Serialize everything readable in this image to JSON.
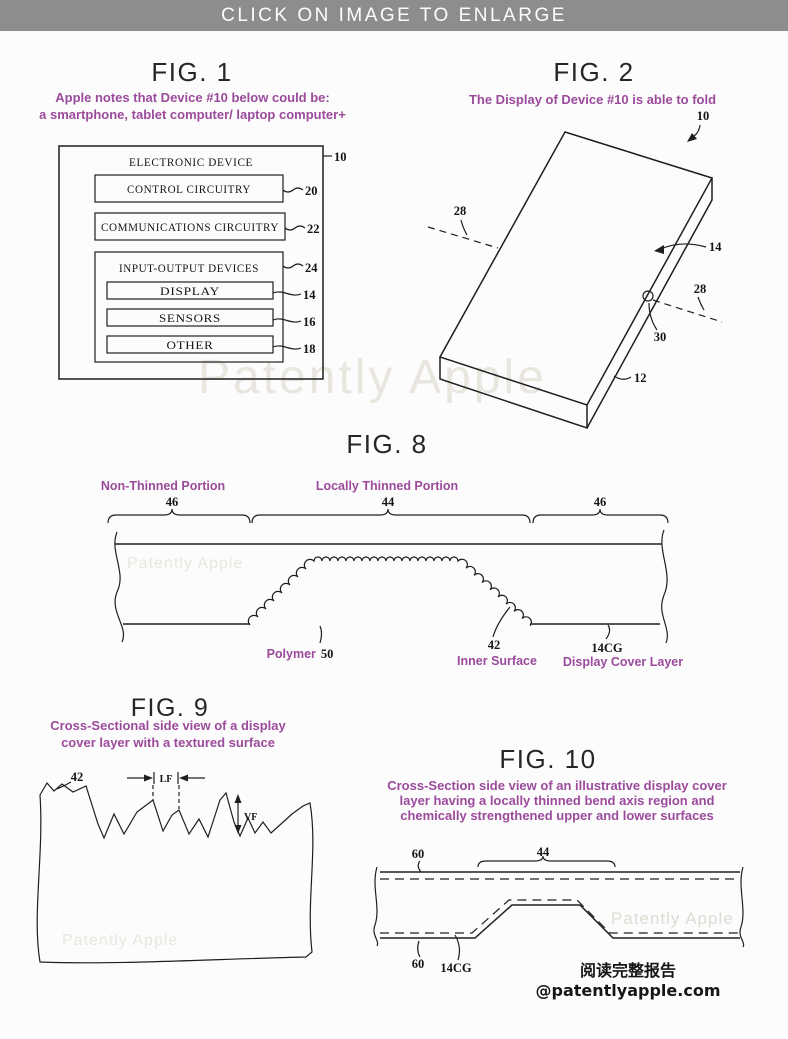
{
  "banner": {
    "label": "CLICK ON IMAGE TO ENLARGE"
  },
  "watermarks": {
    "main": "Patently Apple",
    "fig8": "Patently Apple",
    "fig9": "Patently Apple",
    "fig10": "Patently Apple"
  },
  "footer": {
    "report_link": "阅读完整报告@patentlyapple.com"
  },
  "colors": {
    "accent_purple": "#9c4a9c",
    "banner_gray": "#8d8d8d",
    "line_black": "#1f1f1f",
    "watermark": "#e9e6df"
  },
  "fig1": {
    "title": "FIG. 1",
    "caption": [
      "Apple notes that Device #10 below could be:",
      "a smartphone, tablet computer/ laptop computer+"
    ],
    "device_box": {
      "label": "ELECTRONIC DEVICE",
      "ref": "10"
    },
    "blocks": [
      {
        "label": "CONTROL CIRCUITRY",
        "ref": "20"
      },
      {
        "label": "COMMUNICATIONS CIRCUITRY",
        "ref": "22"
      }
    ],
    "io_box": {
      "label": "INPUT-OUTPUT DEVICES",
      "ref": "24",
      "blocks": [
        {
          "label": "DISPLAY",
          "ref": "14"
        },
        {
          "label": "SENSORS",
          "ref": "16"
        },
        {
          "label": "OTHER",
          "ref": "18"
        }
      ]
    }
  },
  "fig2": {
    "title": "FIG. 2",
    "caption": [
      "The Display of Device #10 is able to fold"
    ],
    "refs": {
      "device": "10",
      "fold_axis_left": "28",
      "display": "14",
      "fold_axis_right": "28",
      "hinge_point": "30",
      "housing": "12"
    }
  },
  "fig8": {
    "title": "FIG. 8",
    "regions": {
      "non_thinned_label": "Non-Thinned Portion",
      "non_thinned_ref": "46",
      "locally_thinned_label": "Locally Thinned Portion",
      "locally_thinned_ref": "44",
      "right_ref": "46"
    },
    "callouts": {
      "polymer_label": "Polymer",
      "polymer_ref": "50",
      "inner_surface_ref": "42",
      "inner_surface_label": "Inner Surface",
      "cover_ref": "14CG",
      "cover_label": "Display Cover Layer"
    }
  },
  "fig9": {
    "title": "FIG. 9",
    "caption": [
      "Cross-Sectional side view of a display",
      "cover layer with a textured surface"
    ],
    "refs": {
      "surface": "42",
      "lateral_feature": "LF",
      "vertical_feature": "VF"
    }
  },
  "fig10": {
    "title": "FIG. 10",
    "caption": [
      "Cross-Section side view of an illustrative display cover",
      "layer having a locally thinned bend axis region and",
      "chemically strengthened upper and lower surfaces"
    ],
    "refs": {
      "upper_surface": "60",
      "bend_region": "44",
      "lower_surface": "60",
      "cover_layer": "14CG"
    }
  }
}
